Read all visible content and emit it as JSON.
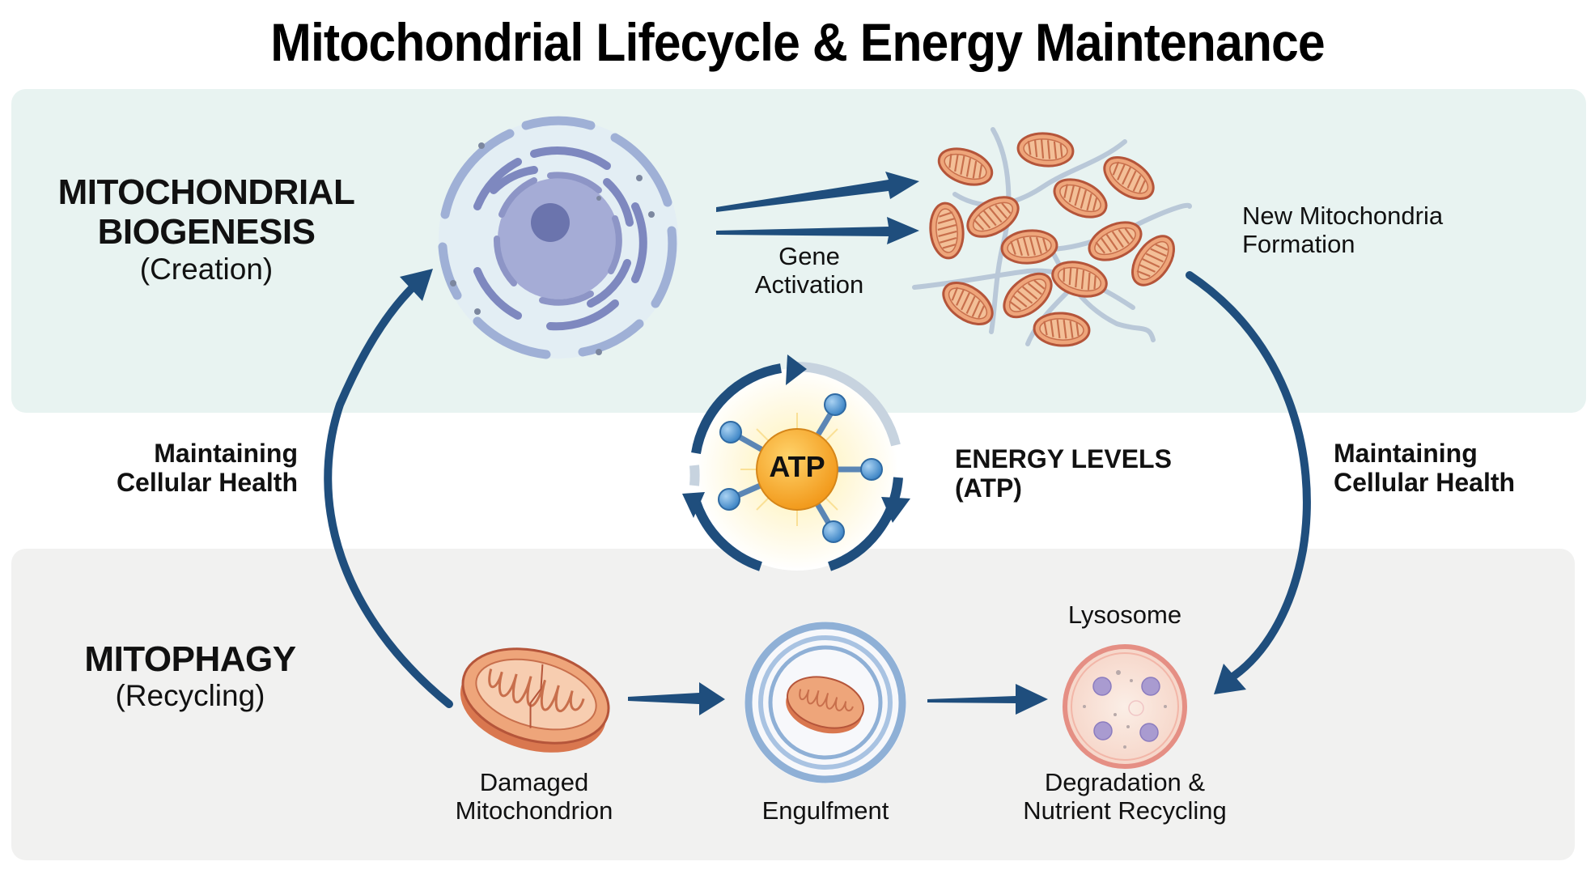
{
  "title": "Mitochondrial Lifecycle & Energy Maintenance",
  "sections": {
    "biogenesis": {
      "heading_line1": "MITOCHONDRIAL",
      "heading_line2": "BIOGENESIS",
      "subtitle": "(Creation)"
    },
    "mitophagy": {
      "heading": "MITOPHAGY",
      "subtitle": "(Recycling)"
    }
  },
  "labels": {
    "gene_activation_1": "Gene",
    "gene_activation_2": "Activation",
    "new_mito_1": "New Mitochondria",
    "new_mito_2": "Formation",
    "maintaining_left_1": "Maintaining",
    "maintaining_left_2": "Cellular Health",
    "maintaining_right_1": "Maintaining",
    "maintaining_right_2": "Cellular Health",
    "energy_1": "ENERGY LEVELS",
    "energy_2": "(ATP)",
    "atp": "ATP",
    "damaged_1": "Damaged",
    "damaged_2": "Mitochondrion",
    "engulfment": "Engulfment",
    "lysosome": "Lysosome",
    "degradation_1": "Degradation &",
    "degradation_2": "Nutrient Recycling"
  },
  "colors": {
    "arrow": "#1f4e7d",
    "mito_fill": "#e89a6a",
    "mito_stroke": "#b5553a",
    "cell": "#8f99c9",
    "atp_core": "#f5a623",
    "atp_node": "#5b9bd5",
    "panel_top": "#e8f3f1",
    "panel_bottom": "#f1f1f0"
  }
}
